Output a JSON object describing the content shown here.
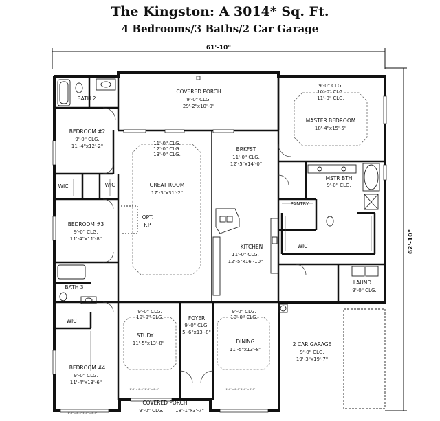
{
  "title": "The Kingston: A 3014* Sq. Ft.",
  "subtitle": "4 Bedrooms/3 Baths/2 Car Garage",
  "dimensions": {
    "width": "61'-10\"",
    "depth": "62'-10\""
  },
  "rooms": {
    "covered_porch_rear": {
      "name": "COVERED PORCH",
      "line2": "9'-0\" CLG.",
      "line3": "29'-2\"x10'-0\""
    },
    "bath2": {
      "name": "BATH 2"
    },
    "master_bedroom": {
      "clg1": "9'-0\" CLG.",
      "clg2": "10'-0\" CLG.",
      "clg3": "11'-0\" CLG.",
      "name": "MASTER BEDROOM",
      "size": "18'-4\"x15'-5\""
    },
    "bedroom2": {
      "name": "BEDROOM #2",
      "clg": "9'-0\" CLG.",
      "size": "11'-4\"x12'-2\""
    },
    "great_room": {
      "clg1": "11'-0\" CLG.",
      "clg2": "12'-0\" CLG.",
      "clg3": "13'-0\" CLG.",
      "name": "GREAT ROOM",
      "size": "17'-3\"x31'-2\""
    },
    "brkfst": {
      "name": "BRKFST",
      "clg": "11'-0\" CLG.",
      "size": "12'-5\"x14'-0\""
    },
    "mstr_bth": {
      "name": "MSTR BTH",
      "clg": "9'-0\" CLG."
    },
    "wic_left": {
      "name": "WIC"
    },
    "wic_right": {
      "name": "WIC"
    },
    "pantry": {
      "name": "PANTRY"
    },
    "bedroom3": {
      "name": "BEDROOM #3",
      "clg": "9'-0\" CLG.",
      "size": "11'-4\"x11'-8\""
    },
    "opt_fp": {
      "line1": "OPT.",
      "line2": "F.P."
    },
    "wic_master": {
      "name": "WIC"
    },
    "kitchen": {
      "name": "KITCHEN",
      "clg": "11'-0\" CLG.",
      "size": "12'-5\"x16'-10\""
    },
    "bath3": {
      "name": "BATH 3"
    },
    "laund": {
      "name": "LAUND",
      "clg": "9'-0\" CLG."
    },
    "wic_bed4": {
      "name": "WIC"
    },
    "study": {
      "clg1": "9'-0\" CLG.",
      "clg2": "10'-0\" CLG.",
      "name": "STUDY",
      "size": "11'-5\"x13'-8\""
    },
    "foyer": {
      "name": "FOYER",
      "clg": "9'-0\" CLG.",
      "size": "5'-6\"x13'-8\""
    },
    "dining": {
      "clg1": "9'-0\" CLG.",
      "clg2": "10'-0\" CLG.",
      "name": "DINING",
      "size": "11'-5\"x13'-8\""
    },
    "garage": {
      "name": "2 CAR GARAGE",
      "clg": "9'-0\" CLG.",
      "size": "19'-3\"x19'-7\""
    },
    "bedroom4": {
      "name": "BEDROOM #4",
      "clg": "9'-0\" CLG.",
      "size": "11'-4\"x13'-6\""
    },
    "covered_porch_front": {
      "name": "COVERED PORCH",
      "clg": "9'-0\" CLG.",
      "size": "18'-1\"x3'-7\""
    }
  },
  "colors": {
    "wall": "#111111",
    "ink": "#222222",
    "background": "#ffffff"
  }
}
